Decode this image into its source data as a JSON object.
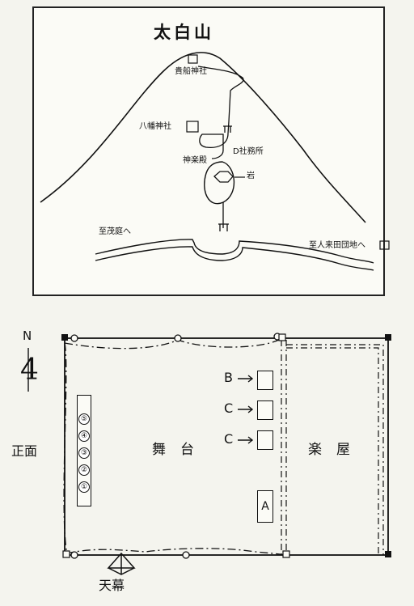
{
  "map": {
    "title": "太白山",
    "labels": {
      "kifune_jinja": "貴船神社",
      "hachiman_jinja": "八幡神社",
      "shamusho": "D社務所",
      "kagura_den": "神楽殿",
      "iwa": "岩",
      "to_mosaniwa": "至茂庭へ",
      "to_jinraida": "至人来田団地へ"
    }
  },
  "plan": {
    "north_letter": "N",
    "north_mark": "4",
    "front_label": "正面",
    "stage_label": "舞台",
    "gakuya_label": "楽屋",
    "tenmaku_label": "天幕",
    "markers": {
      "a": "A",
      "b": "B",
      "c1": "C",
      "c2": "C"
    },
    "sequence": [
      "⑤",
      "④",
      "③",
      "②",
      "①"
    ]
  }
}
